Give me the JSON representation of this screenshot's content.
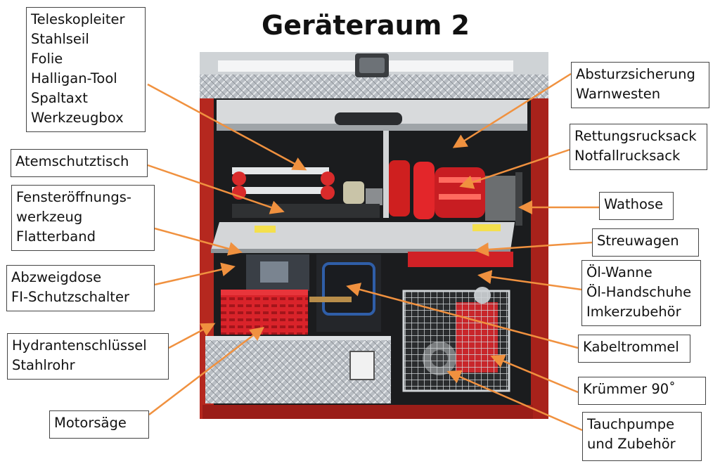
{
  "title": "Geräteraum 2",
  "colors": {
    "arrow": "#f0913f",
    "frame": "#b5281f",
    "label_border": "#444444"
  },
  "labels": {
    "teleskop": [
      "Teleskopleiter",
      "Stahlseil",
      "Folie",
      "Halligan-Tool",
      "Spaltaxt",
      "Werkzeugbox"
    ],
    "atemschutz": [
      "Atemschutztisch"
    ],
    "fenster": [
      "Fensteröffnungs-",
      "werkzeug",
      "Flatterband"
    ],
    "abzweig": [
      "Abzweigdose",
      "FI-Schutzschalter"
    ],
    "hydrant": [
      "Hydrantenschlüssel",
      "Stahlrohr"
    ],
    "motorsaege": [
      "Motorsäge"
    ],
    "absturz": [
      "Absturzsicherung",
      "Warnwesten"
    ],
    "rettung": [
      "Rettungsrucksack",
      "Notfallrucksack"
    ],
    "wathose": [
      "Wathose"
    ],
    "streuwagen": [
      "Streuwagen"
    ],
    "oel": [
      "Öl-Wanne",
      "Öl-Handschuhe",
      "Imkerzubehör"
    ],
    "kabel": [
      "Kabeltrommel"
    ],
    "kruemmer": [
      "Krümmer 90˚"
    ],
    "tauch": [
      "Tauchpumpe",
      "und Zubehör"
    ]
  }
}
